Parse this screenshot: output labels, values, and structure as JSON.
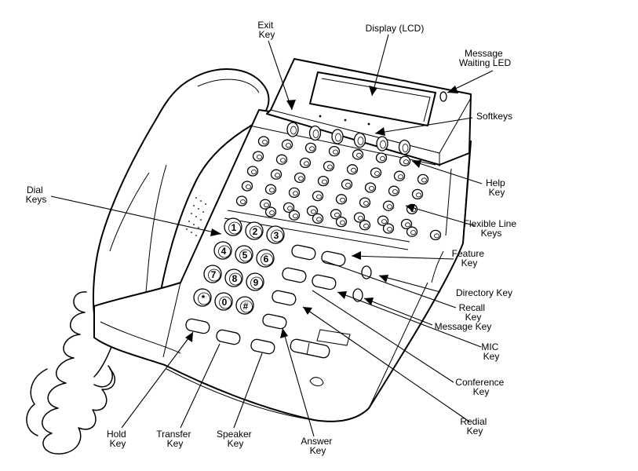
{
  "labels": {
    "exit_key": [
      "Exit",
      "Key"
    ],
    "display": [
      "Display (LCD)"
    ],
    "message_waiting_led": [
      "Message",
      "Waiting LED"
    ],
    "softkeys": [
      "Softkeys"
    ],
    "help_key": [
      "Help",
      "Key"
    ],
    "dial_keys": [
      "Dial",
      "Keys"
    ],
    "flexible_line_keys": [
      "Flexible Line",
      "Keys"
    ],
    "feature_key": [
      "Feature",
      "Key"
    ],
    "directory_key": [
      "Directory Key"
    ],
    "recall_key": [
      "Recall",
      "Key"
    ],
    "message_key": [
      "Message Key"
    ],
    "mic_key": [
      "MIC",
      "Key"
    ],
    "conference_key": [
      "Conference",
      "Key"
    ],
    "redial_key": [
      "Redial",
      "Key"
    ],
    "hold_key": [
      "Hold",
      "Key"
    ],
    "transfer_key": [
      "Transfer",
      "Key"
    ],
    "speaker_key": [
      "Speaker",
      "Key"
    ],
    "answer_key": [
      "Answer",
      "Key"
    ]
  },
  "dialpad": [
    "1",
    "2",
    "3",
    "4",
    "5",
    "6",
    "7",
    "8",
    "9",
    "*",
    "0",
    "#"
  ]
}
